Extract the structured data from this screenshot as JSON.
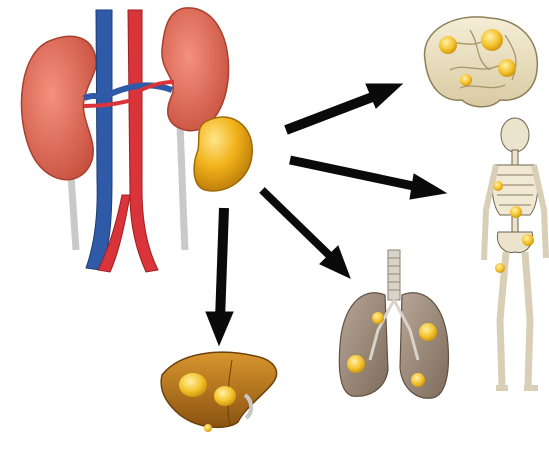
{
  "diagram": {
    "nodes": [
      {
        "id": "kidneys-vessels",
        "icon": "kidneys-with-aorta-and-vena-cava"
      },
      {
        "id": "adrenal-tumor",
        "icon": "yellow-tumor-blob"
      },
      {
        "id": "brain",
        "icon": "brain-with-metastases"
      },
      {
        "id": "skeleton",
        "icon": "skeleton-with-metastases"
      },
      {
        "id": "lungs",
        "icon": "lungs-with-metastases"
      },
      {
        "id": "liver",
        "icon": "liver-with-metastases"
      }
    ],
    "edges": [
      {
        "from": "adrenal-tumor",
        "to": "brain"
      },
      {
        "from": "adrenal-tumor",
        "to": "skeleton"
      },
      {
        "from": "adrenal-tumor",
        "to": "lungs"
      },
      {
        "from": "adrenal-tumor",
        "to": "liver"
      }
    ],
    "colors": {
      "kidney": "#e8705a",
      "vein": "#2f5aa8",
      "artery": "#d9343a",
      "tumor": "#f2b21a",
      "arrow": "#0a0a0a",
      "bone": "#ece3cc",
      "liver": "#b5761e",
      "lung": "#9a8877",
      "brain": "#eee4c6"
    }
  }
}
